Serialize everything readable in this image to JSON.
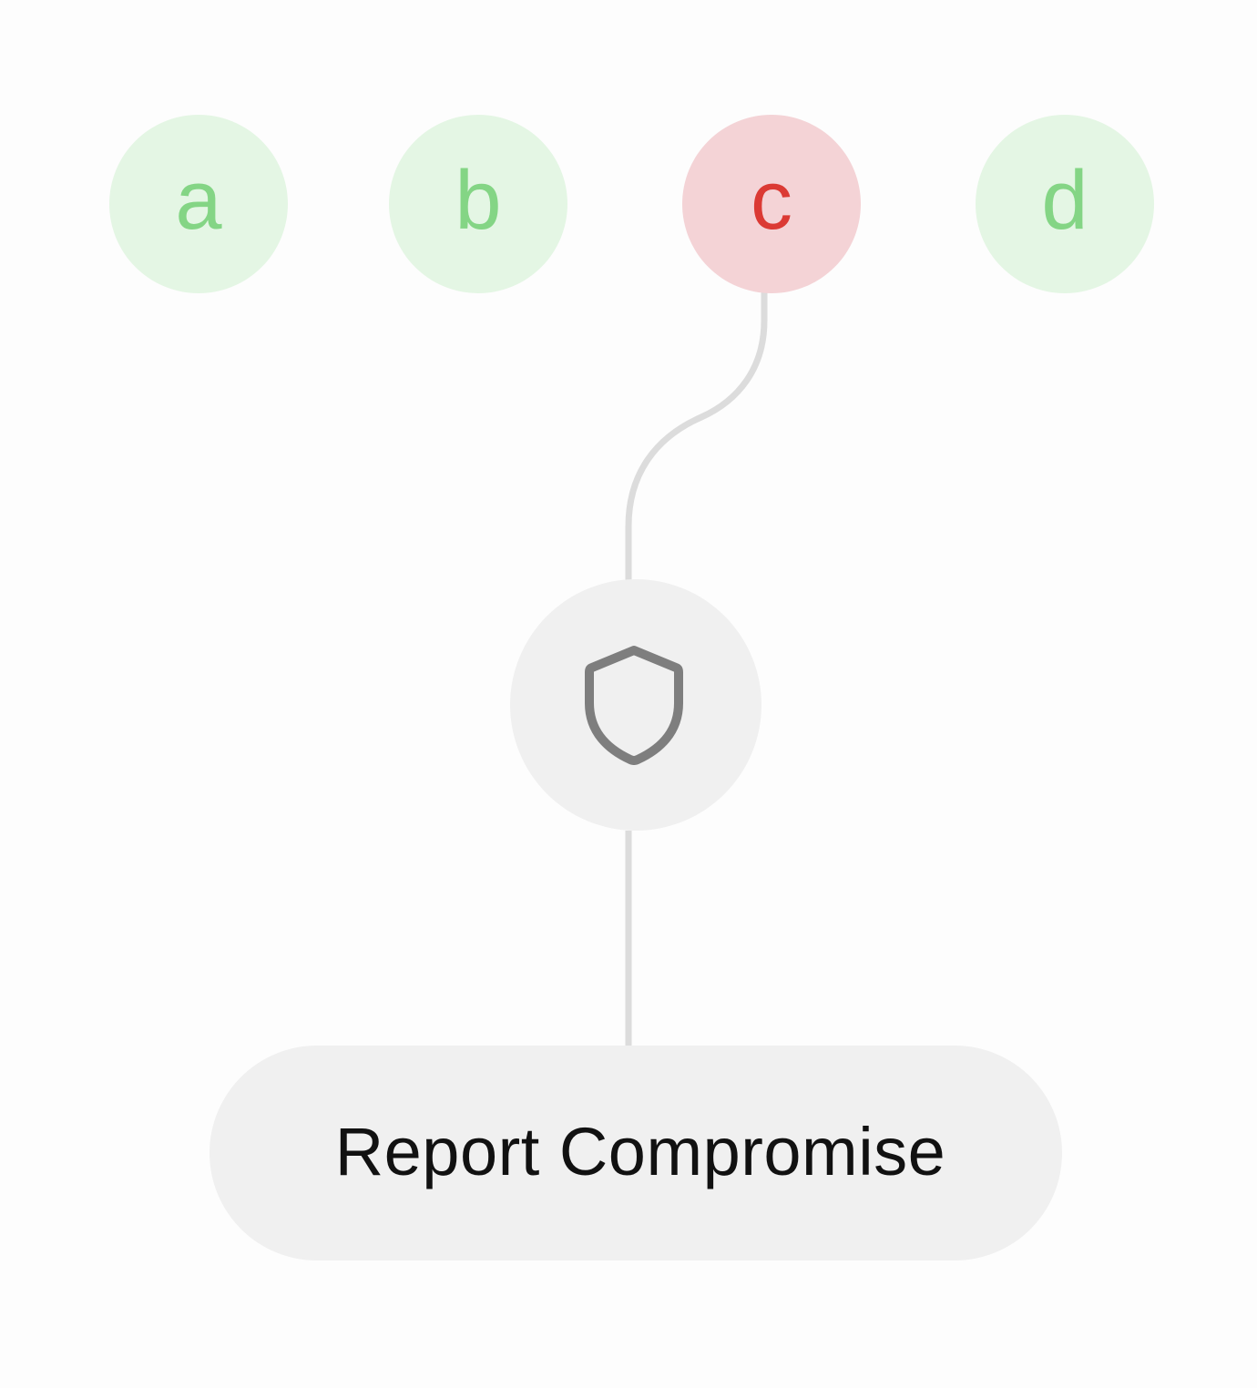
{
  "nodes": [
    {
      "label": "a",
      "status": "ok"
    },
    {
      "label": "b",
      "status": "ok"
    },
    {
      "label": "c",
      "status": "compromised"
    },
    {
      "label": "d",
      "status": "ok"
    }
  ],
  "colors": {
    "ok_bg": "#e4f6e4",
    "ok_fg": "#84d585",
    "bad_bg": "#f4d3d6",
    "bad_fg": "#db3a34",
    "connector": "#dcdcdc",
    "shield_stroke": "#7e7e7e",
    "button_bg": "#f0f0f0",
    "text": "#111111"
  },
  "shield": {
    "icon": "shield-icon"
  },
  "action": {
    "label": "Report Compromise"
  }
}
